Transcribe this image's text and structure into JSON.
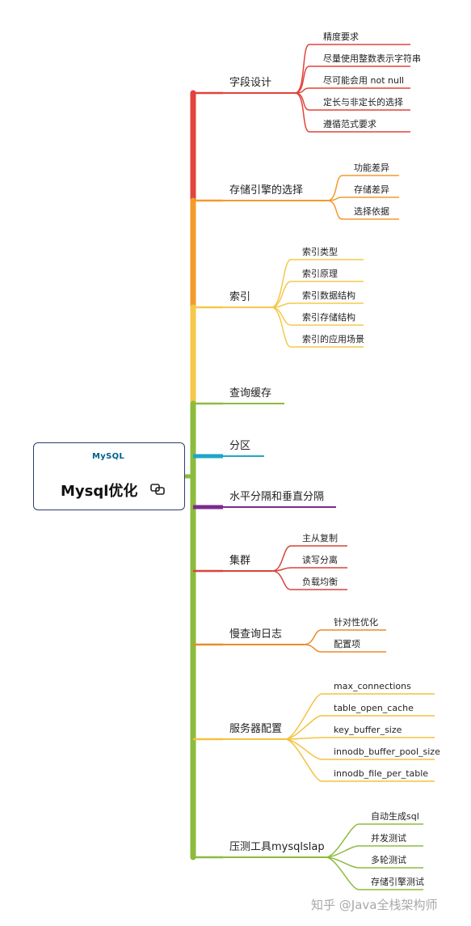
{
  "root": {
    "logo": "MySQL",
    "title": "Mysql优化",
    "icon": "link-icon"
  },
  "branches": [
    {
      "label": "字段设计",
      "color": "#e2433a",
      "children": [
        "精度要求",
        "尽量使用整数表示字符串",
        "尽可能会用 not null",
        "定长与非定长的选择",
        "遵循范式要求"
      ]
    },
    {
      "label": "存储引擎的选择",
      "color": "#f39a2b",
      "children": [
        "功能差异",
        "存储差异",
        "选择依据"
      ]
    },
    {
      "label": "索引",
      "color": "#f5c84a",
      "children": [
        "索引类型",
        "索引原理",
        "索引数据结构",
        "索引存储结构",
        "索引的应用场景"
      ]
    },
    {
      "label": "查询缓存",
      "color": "#8dbb3e",
      "children": []
    },
    {
      "label": "分区",
      "color": "#1fa6c8",
      "children": []
    },
    {
      "label": "水平分隔和垂直分隔",
      "color": "#7a2c8e",
      "children": []
    },
    {
      "label": "集群",
      "color": "#d8433a",
      "children": [
        "主从复制",
        "读写分离",
        "负载均衡"
      ]
    },
    {
      "label": "慢查询日志",
      "color": "#ec8a2a",
      "children": [
        "针对性优化",
        "配置项"
      ]
    },
    {
      "label": "服务器配置",
      "color": "#f3c241",
      "children": [
        "max_connections",
        "table_open_cache",
        "key_buffer_size",
        "innodb_buffer_pool_size",
        "innodb_file_per_table"
      ]
    },
    {
      "label": "压测工具mysqlslap",
      "color": "#8dbb3e",
      "children": [
        "自动生成sql",
        "并发测试",
        "多轮测试",
        "存储引擎测试"
      ]
    }
  ],
  "watermark": "知乎 @Java全栈架构师"
}
